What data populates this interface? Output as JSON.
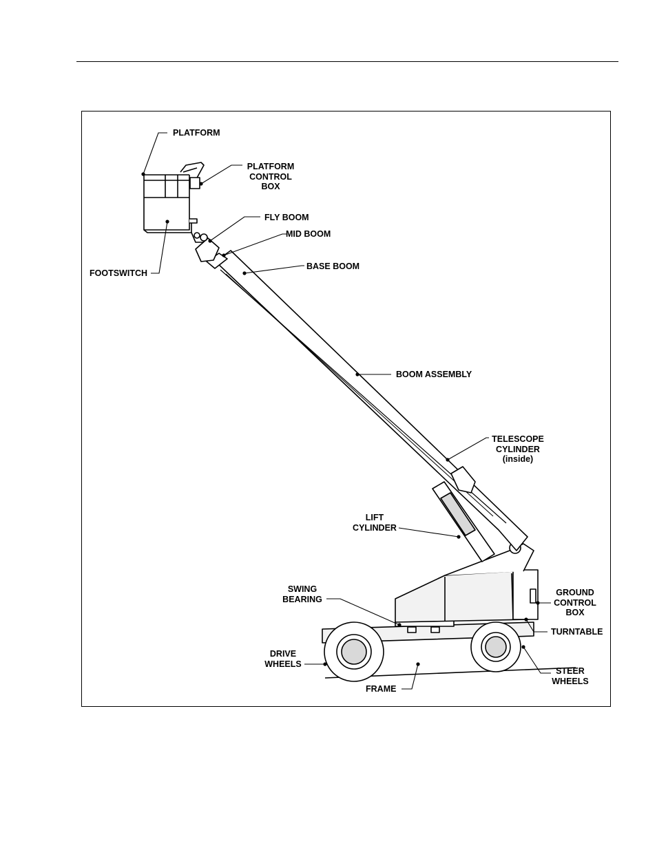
{
  "labels": {
    "platform": "PLATFORM",
    "platform_control_box": "PLATFORM\nCONTROL\nBOX",
    "fly_boom": "FLY BOOM",
    "mid_boom": "MID BOOM",
    "base_boom": "BASE BOOM",
    "footswitch": "FOOTSWITCH",
    "boom_assembly": "BOOM ASSEMBLY",
    "telescope_cylinder": "TELESCOPE\nCYLINDER\n(inside)",
    "lift_cylinder": "LIFT\nCYLINDER",
    "swing_bearing": "SWING\nBEARING",
    "ground_control_box": "GROUND\nCONTROL\nBOX",
    "turntable": "TURNTABLE",
    "drive_wheels": "DRIVE\nWHEELS",
    "steer_wheels": "STEER\nWHEELS",
    "frame": "FRAME"
  }
}
